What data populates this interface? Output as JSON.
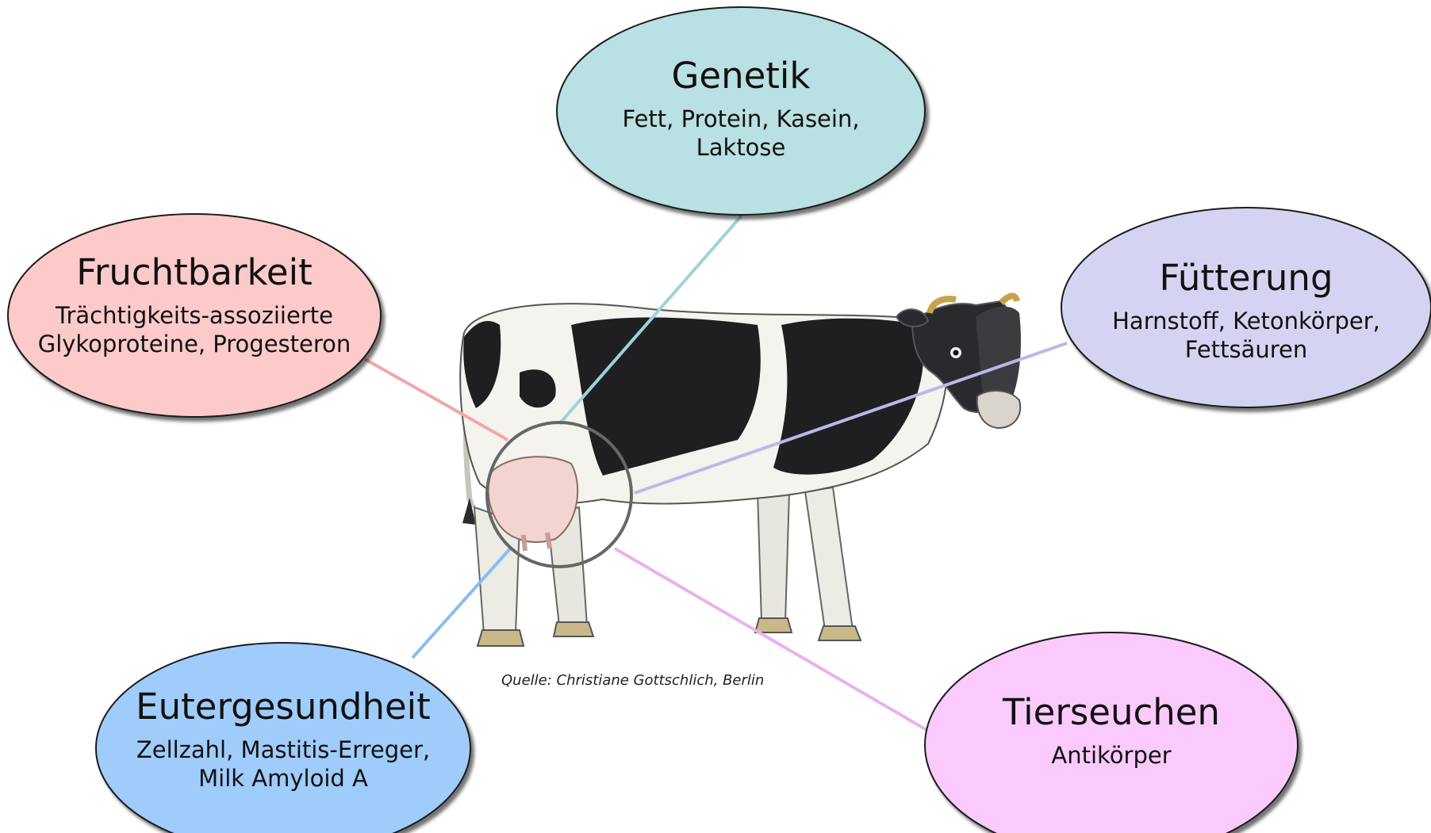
{
  "diagram": {
    "caption": "Quelle: Christiane Gottschlich, Berlin",
    "nodes": [
      {
        "id": "genetik",
        "title": "Genetik",
        "lines": [
          "Fett, Protein, Kasein,",
          "Laktose"
        ],
        "color": "#b9e0e2"
      },
      {
        "id": "fruchtbarkeit",
        "title": "Fruchtbarkeit",
        "lines": [
          "Trächtigkeits-assoziierte",
          "Glykoproteine, Progesteron"
        ],
        "color": "#fdcaca"
      },
      {
        "id": "fuetterung",
        "title": "Fütterung",
        "lines": [
          "Harnstoff, Ketonkörper,",
          "Fettsäuren"
        ],
        "color": "#d4d4f2"
      },
      {
        "id": "eutergesundheit",
        "title": "Eutergesundheit",
        "lines": [
          "Zellzahl, Mastitis-Erreger,",
          "Milk Amyloid A"
        ],
        "color": "#9fccfb"
      },
      {
        "id": "tierseuchen",
        "title": "Tierseuchen",
        "lines": [
          "Antikörper"
        ],
        "color": "#fbcafd"
      }
    ],
    "edges": [
      {
        "to": "genetik",
        "color": "#9fd3d6"
      },
      {
        "to": "fruchtbarkeit",
        "color": "#f1a8a8"
      },
      {
        "to": "fuetterung",
        "color": "#b9b9e8"
      },
      {
        "to": "eutergesundheit",
        "color": "#88bdf2"
      },
      {
        "to": "tierseuchen",
        "color": "#eab1ec"
      }
    ]
  }
}
